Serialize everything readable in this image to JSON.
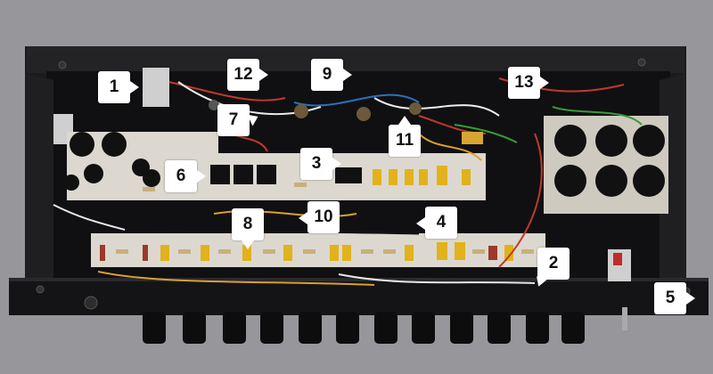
{
  "image": {
    "description_colors": {
      "background": "#97969b",
      "chassis": "#17171a",
      "board": "#d9d4c9",
      "capacitor_yellow": "#e1b21b",
      "resistor_tan": "#c8b07c",
      "filter_cap": "#111111"
    }
  },
  "callouts": [
    {
      "label": "1"
    },
    {
      "label": "2"
    },
    {
      "label": "3"
    },
    {
      "label": "4"
    },
    {
      "label": "5"
    },
    {
      "label": "6"
    },
    {
      "label": "7"
    },
    {
      "label": "8"
    },
    {
      "label": "9"
    },
    {
      "label": "10"
    },
    {
      "label": "11"
    },
    {
      "label": "12"
    },
    {
      "label": "13"
    }
  ]
}
